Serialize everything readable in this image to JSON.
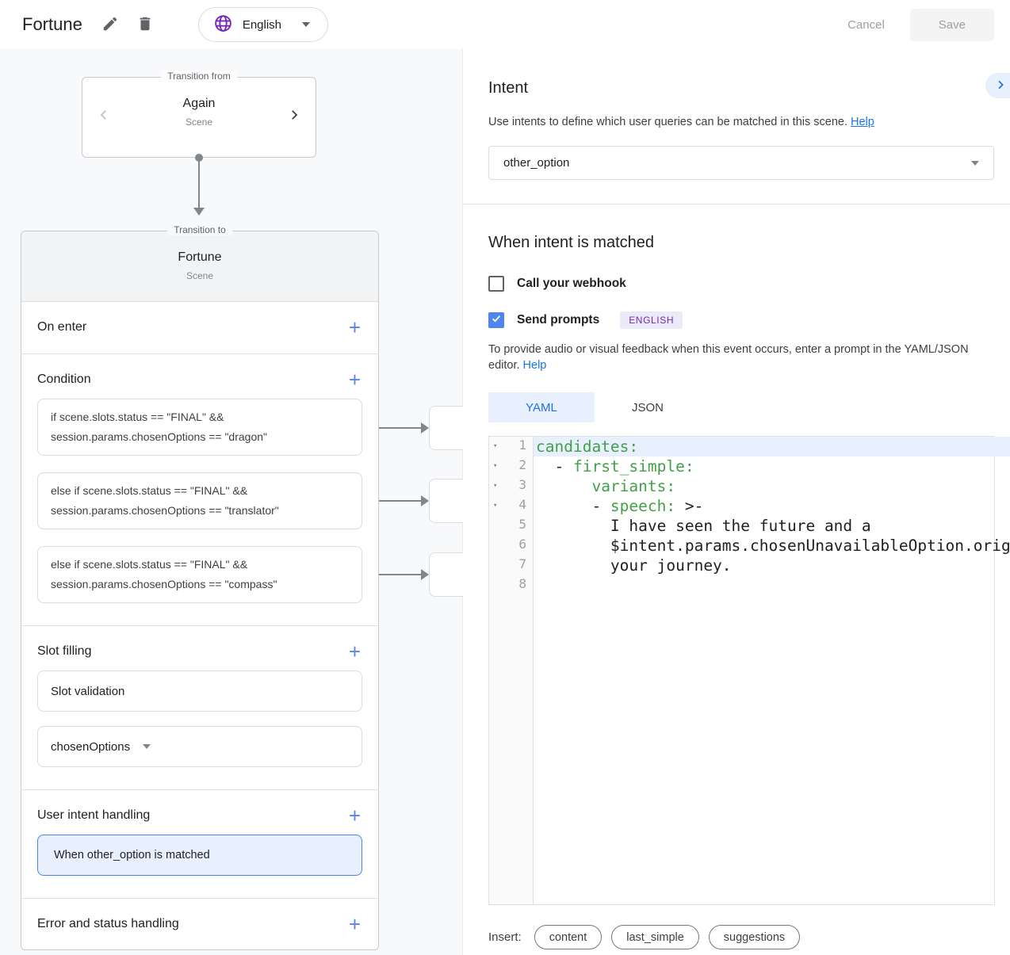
{
  "header": {
    "title": "Fortune",
    "language": "English",
    "cancel_label": "Cancel",
    "save_label": "Save"
  },
  "flow": {
    "transition_from": {
      "legend": "Transition from",
      "name": "Again",
      "type": "Scene"
    },
    "transition_to": {
      "legend": "Transition to",
      "name": "Fortune",
      "type": "Scene"
    },
    "sections": {
      "on_enter": "On enter",
      "condition": "Condition",
      "slot_filling": "Slot filling",
      "user_intent_handling": "User intent handling",
      "error_status_handling": "Error and status handling"
    },
    "conditions": [
      {
        "line1": "if scene.slots.status == \"FINAL\" &&",
        "line2": "session.params.chosenOptions == \"dragon\""
      },
      {
        "line1": "else if scene.slots.status == \"FINAL\" &&",
        "line2": "session.params.chosenOptions == \"translator\""
      },
      {
        "line1": "else if scene.slots.status == \"FINAL\" &&",
        "line2": "session.params.chosenOptions == \"compass\""
      }
    ],
    "slot_filling": {
      "validation_label": "Slot validation",
      "slot_name": "chosenOptions"
    },
    "user_intent_card": "When other_option is matched"
  },
  "intent_panel": {
    "title": "Intent",
    "description": "Use intents to define which user queries can be matched in this scene.",
    "help_label": "Help",
    "selected_intent": "other_option",
    "matched": {
      "title": "When intent is matched",
      "webhook_label": "Call your webhook",
      "webhook_checked": false,
      "send_prompts_label": "Send prompts",
      "send_prompts_checked": true,
      "language_badge": "ENGLISH",
      "description": "To provide audio or visual feedback when this event occurs, enter a prompt in the YAML/JSON editor.",
      "help_label": "Help"
    },
    "editor": {
      "tabs": [
        "YAML",
        "JSON"
      ],
      "active_tab": "YAML",
      "lines": [
        {
          "num": 1,
          "fold": true,
          "active": true,
          "segments": [
            {
              "t": "candidates:",
              "c": "k"
            }
          ]
        },
        {
          "num": 2,
          "fold": true,
          "active": false,
          "segments": [
            {
              "t": "  - ",
              "c": "p"
            },
            {
              "t": "first_simple:",
              "c": "k"
            }
          ]
        },
        {
          "num": 3,
          "fold": true,
          "active": false,
          "segments": [
            {
              "t": "      ",
              "c": "p"
            },
            {
              "t": "variants:",
              "c": "k"
            }
          ]
        },
        {
          "num": 4,
          "fold": true,
          "active": false,
          "segments": [
            {
              "t": "      - ",
              "c": "p"
            },
            {
              "t": "speech:",
              "c": "k"
            },
            {
              "t": " >-",
              "c": "p"
            }
          ]
        },
        {
          "num": 5,
          "fold": false,
          "active": false,
          "segments": [
            {
              "t": "        I have seen the future and a",
              "c": "p"
            }
          ]
        },
        {
          "num": 6,
          "fold": false,
          "active": false,
          "segments": [
            {
              "t": "        $intent.params.chosenUnavailableOption.orig",
              "c": "p"
            }
          ]
        },
        {
          "num": 7,
          "fold": false,
          "active": false,
          "segments": [
            {
              "t": "        your journey.",
              "c": "p"
            }
          ]
        },
        {
          "num": 8,
          "fold": false,
          "active": false,
          "segments": []
        }
      ]
    },
    "insert": {
      "label": "Insert:",
      "chips": [
        "content",
        "last_simple",
        "suggestions"
      ]
    }
  },
  "colors": {
    "accent_blue": "#1a73e8",
    "checkbox_blue": "#5086ec",
    "selection_blue": "#e8f0fe",
    "brand_purple": "#7627bb",
    "code_green": "#43a047",
    "panel_gray": "#f8f9fa"
  }
}
